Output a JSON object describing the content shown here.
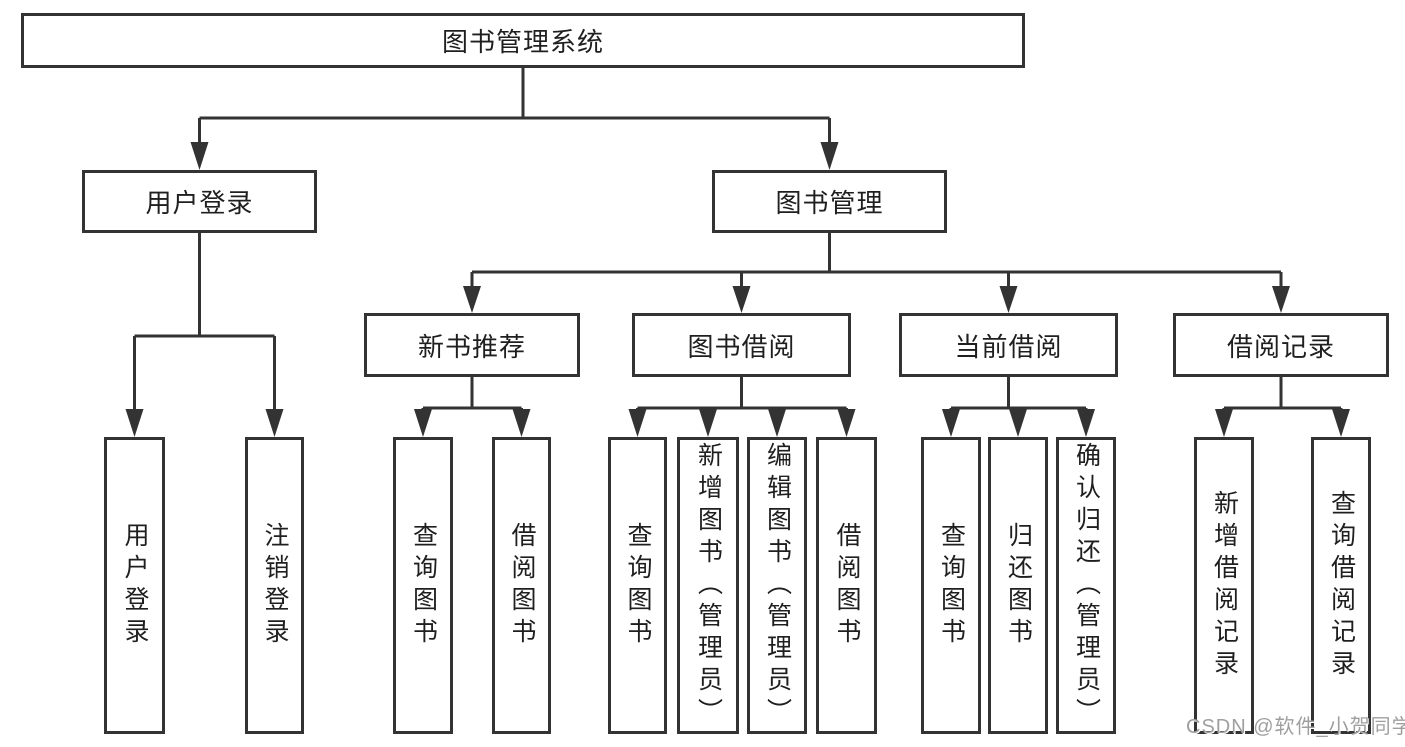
{
  "diagram": {
    "type": "hierarchy-tree",
    "tree": {
      "label": "图书管理系统",
      "children": [
        {
          "label": "用户登录",
          "children": [
            {
              "label": "用户登录"
            },
            {
              "label": "注销登录"
            }
          ]
        },
        {
          "label": "图书管理",
          "children": [
            {
              "label": "新书推荐",
              "children": [
                {
                  "label": "查询图书"
                },
                {
                  "label": "借阅图书"
                }
              ]
            },
            {
              "label": "图书借阅",
              "children": [
                {
                  "label": "查询图书"
                },
                {
                  "label": "新增图书（管理员）"
                },
                {
                  "label": "编辑图书（管理员）"
                },
                {
                  "label": "借阅图书"
                }
              ]
            },
            {
              "label": "当前借阅",
              "children": [
                {
                  "label": "查询图书"
                },
                {
                  "label": "归还图书"
                },
                {
                  "label": "确认归还（管理员）"
                }
              ]
            },
            {
              "label": "借阅记录",
              "children": [
                {
                  "label": "新增借阅记录"
                },
                {
                  "label": "查询借阅记录"
                }
              ]
            }
          ]
        }
      ]
    },
    "colors": {
      "line": "#333333",
      "text": "#1f1f1f",
      "box_background": "#ffffff"
    }
  },
  "watermark": {
    "text": "CSDN @软件_小贺同学",
    "color": "#9f9f9f"
  }
}
